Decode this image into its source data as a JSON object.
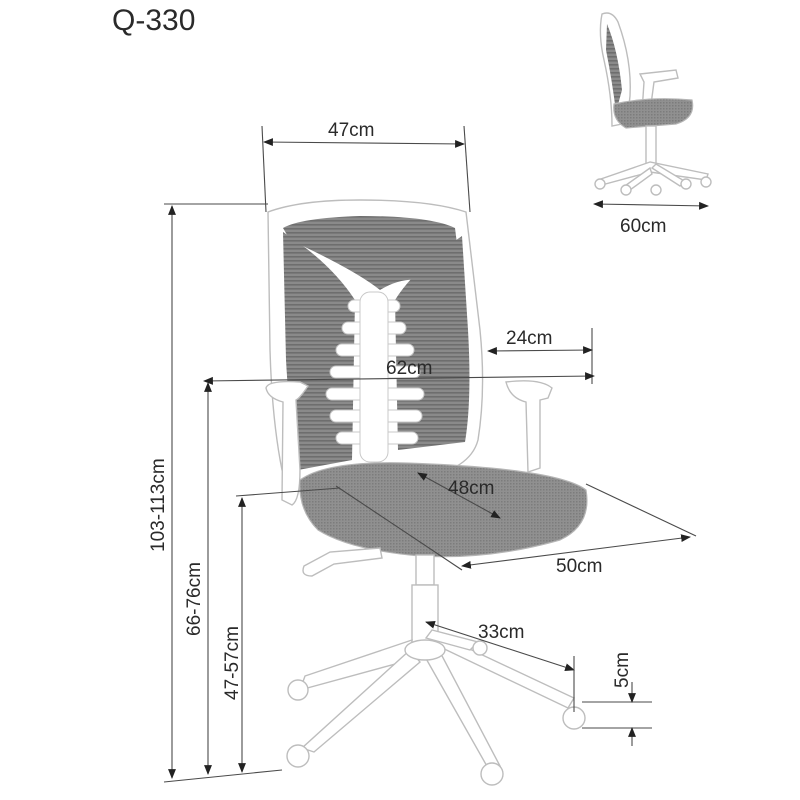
{
  "title": "Q-330",
  "dimensions": {
    "back_width": "47cm",
    "total_width": "62cm",
    "armrest_width": "24cm",
    "seat_depth": "48cm",
    "overall_depth": "50cm",
    "base_radius": "33cm",
    "caster_height": "5cm",
    "total_height": "103-113cm",
    "armrest_height": "66-76cm",
    "seat_height": "47-57cm",
    "side_view_width": "60cm"
  }
}
